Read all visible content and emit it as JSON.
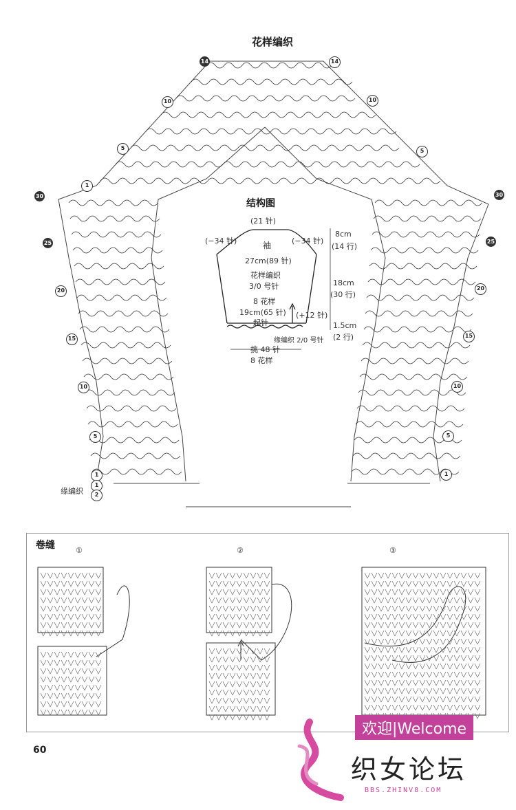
{
  "header": {
    "title": "花样编织"
  },
  "chart": {
    "row_markers": [
      "14",
      "14",
      "10",
      "10",
      "5",
      "5",
      "1",
      "30",
      "30",
      "25",
      "25",
      "20",
      "20",
      "15",
      "15",
      "10",
      "10",
      "5",
      "5",
      "1",
      "1",
      "1",
      "2"
    ],
    "edge_label": "缘编织",
    "edge_rows": [
      "1",
      "2"
    ]
  },
  "schematic": {
    "title": "结构图",
    "top_stitches": "(21 针)",
    "left_dec": "(−34 针)",
    "right_dec": "(−34 针)",
    "sleeve": "袖",
    "cap_height": "8cm",
    "cap_rows": "(14 行)",
    "width": "27cm(89 针)",
    "pattern": "花样编织",
    "hook": "3/0 号针",
    "repeats": "8 花样",
    "cuff_width": "19cm(65 针)",
    "start": "起针",
    "body_height": "18cm",
    "body_rows": "(30 行)",
    "increase": "(+12 针)",
    "edge_height": "1.5cm",
    "edge_rows": "(2 行)",
    "edge_note": "缘编织  2/0 号针",
    "pickup": "挑 48 针",
    "pickup_repeats": "8 花样"
  },
  "seam": {
    "title": "卷缝",
    "steps": [
      "①",
      "②",
      "③"
    ]
  },
  "footer": {
    "page": "60",
    "welcome": "欢迎|Welcome",
    "site": "织女论坛",
    "url": "BBS.ZHINV8.COM"
  }
}
